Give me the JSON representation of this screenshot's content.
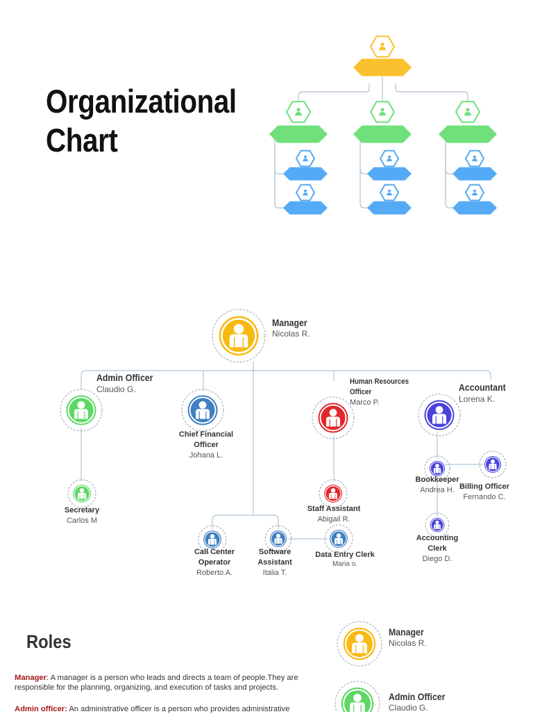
{
  "title": {
    "line1": "Organizational",
    "line2": "Chart"
  },
  "colors": {
    "manager": "#f8b912",
    "admin": "#5dd865",
    "finance": "#3f7fc2",
    "hr": "#e3262b",
    "accounting": "#4a44db",
    "assistant": "#3f7fc2",
    "line": "#a9c3d6",
    "mini_top": "#fbc02d",
    "mini_mid": "#6fe07a",
    "mini_leaf": "#55aaf5"
  },
  "nodes": {
    "manager": {
      "role": "Manager",
      "name": "Nicolas R."
    },
    "admin": {
      "role": "Admin Officer",
      "name": "Claudio G."
    },
    "cfo": {
      "role": "Chief Financial Officer",
      "name": "Johana L."
    },
    "hr": {
      "role": "Human Resources Officer",
      "name": "Marco P."
    },
    "accountant": {
      "role": "Accountant",
      "name": "Lorena K."
    },
    "secretary": {
      "role": "Secretary",
      "name": "Carlos M"
    },
    "staff": {
      "role": "Staff Assistant",
      "name": "Abigail R."
    },
    "bookkeeper": {
      "role": "Bookkeeper",
      "name": "Andrea H."
    },
    "billing": {
      "role": "Billing Officer",
      "name": "Fernando C."
    },
    "accclerk": {
      "role": "Accounting Clerk",
      "name": "Diego D."
    },
    "callcenter": {
      "role": "Call Center Operator",
      "name": "Roberto A."
    },
    "software": {
      "role": "Software Assistant",
      "name": "Italia T."
    },
    "dataentry": {
      "role": "Data Entry Clerk",
      "name": "Maria o."
    }
  },
  "roles": {
    "heading": "Roles",
    "items": [
      {
        "term": "Manager",
        "text": ": A manager is a person who leads and directs a team of people.They are responsible for the planning, organizing, and execution of tasks and projects."
      },
      {
        "term": "Admin officer:",
        "text": " An administrative officer is a person who provides administrative"
      }
    ],
    "legend": [
      {
        "role": "Manager",
        "name": "Nicolas R."
      },
      {
        "role": "Admin Officer",
        "name": "Claudio G."
      }
    ]
  }
}
